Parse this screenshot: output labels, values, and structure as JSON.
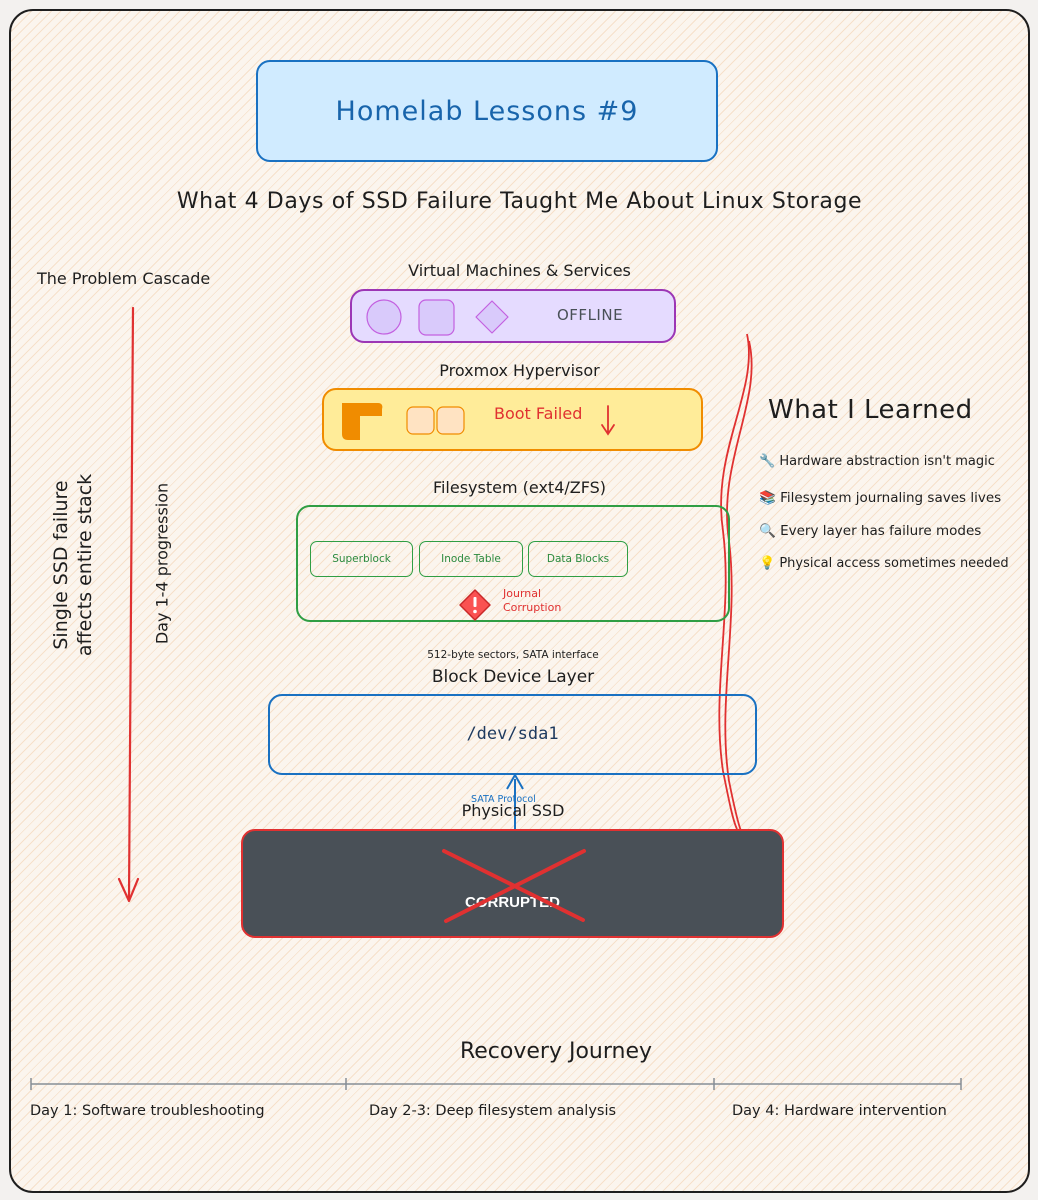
{
  "header": {
    "title": "Homelab Lessons #9",
    "subtitle": "What 4 Days of SSD Failure Taught Me About Linux Storage"
  },
  "cascade": {
    "label": "The Problem Cascade",
    "side_text_1": "Single SSD failure",
    "side_text_2": "affects entire stack",
    "progress_text": "Day 1-4 progression",
    "arrow_color": "#e03131"
  },
  "layers": {
    "vm": {
      "label": "Virtual Machines & Services",
      "status": "OFFLINE",
      "fill": "#e5dbff",
      "stroke": "#9c36b5"
    },
    "hypervisor": {
      "label": "Proxmox Hypervisor",
      "status": "Boot Failed",
      "fill": "#ffec99",
      "stroke": "#f08c00"
    },
    "filesystem": {
      "label": "Filesystem (ext4/ZFS)",
      "blocks": [
        "Superblock",
        "Inode Table",
        "Data Blocks"
      ],
      "warning_line_1": "Journal",
      "warning_line_2": "Corruption",
      "stroke": "#2f9e44"
    },
    "block": {
      "note": "512-byte sectors, SATA interface",
      "label": "Block Device Layer",
      "device": "/dev/sda1",
      "stroke": "#1971c2"
    },
    "ssd": {
      "protocol": "SATA Protocol",
      "label": "Physical SSD",
      "status": "CORRUPTED",
      "fill": "#495057",
      "stroke": "#e03131"
    }
  },
  "learned": {
    "title": "What I Learned",
    "items": [
      {
        "icon": "wrench-icon",
        "glyph": "🔧",
        "text": "Hardware abstraction isn't magic"
      },
      {
        "icon": "books-icon",
        "glyph": "📚",
        "text": "Filesystem journaling saves lives"
      },
      {
        "icon": "magnifier-icon",
        "glyph": "🔍",
        "text": "Every layer has failure modes"
      },
      {
        "icon": "lightbulb-icon",
        "glyph": "💡",
        "text": "Physical access sometimes needed"
      }
    ]
  },
  "timeline": {
    "title": "Recovery Journey",
    "stages": [
      "Day 1: Software troubleshooting",
      "Day 2-3: Deep filesystem analysis",
      "Day 4: Hardware intervention"
    ]
  }
}
